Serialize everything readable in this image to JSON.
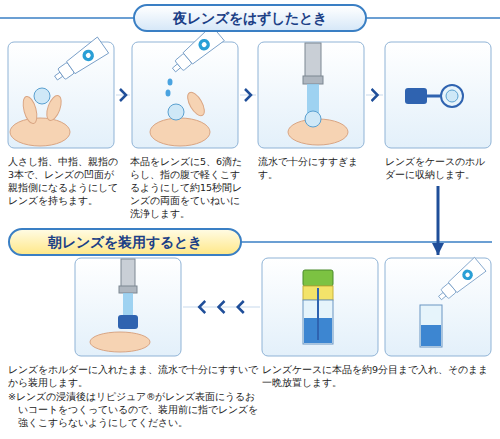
{
  "diagram": {
    "nodes": [
      {
        "text": [
          "夜レンズをはずしたとき"
        ]
      },
      {
        "text": [
          "人さし指、中指、親指の3本で、レンズの凹面が親指側になるようにしてレンズを持ちます。"
        ]
      },
      {
        "text": [
          "本品をレンズに5、6滴たらし、指の腹で軽くこするようにして約15秒間レンズの両面をていねいに洗浄します。"
        ]
      },
      {
        "text": [
          "流水で十分にすすぎます。"
        ]
      },
      {
        "text": [
          "レンズをケースのホルダーに収納します。"
        ]
      },
      {
        "text": [
          "朝レンズを装用するとき"
        ]
      },
      {
        "text": [
          "レンズケースに本品を約9分目まで入れ、そのまま一晩放置します。"
        ]
      },
      {
        "text": [
          "レンズをホルダーに入れたまま、流水で十分にすすいでから装用します。",
          "※レンズの浸漬後はリピジュア®がレンズ表面にうるおいコートをつくっているので、装用前に指でレンズを強くこすらないようにしてください。"
        ]
      }
    ],
    "edges": [
      {
        "from": 1,
        "to": 2,
        "arrow": "to"
      },
      {
        "from": 2,
        "to": 3,
        "arrow": "to"
      },
      {
        "from": 3,
        "to": 4,
        "arrow": "to"
      },
      {
        "from": 4,
        "to": 6,
        "arrow": "to"
      },
      {
        "from": 6,
        "to": 7,
        "arrow": "to"
      }
    ]
  }
}
